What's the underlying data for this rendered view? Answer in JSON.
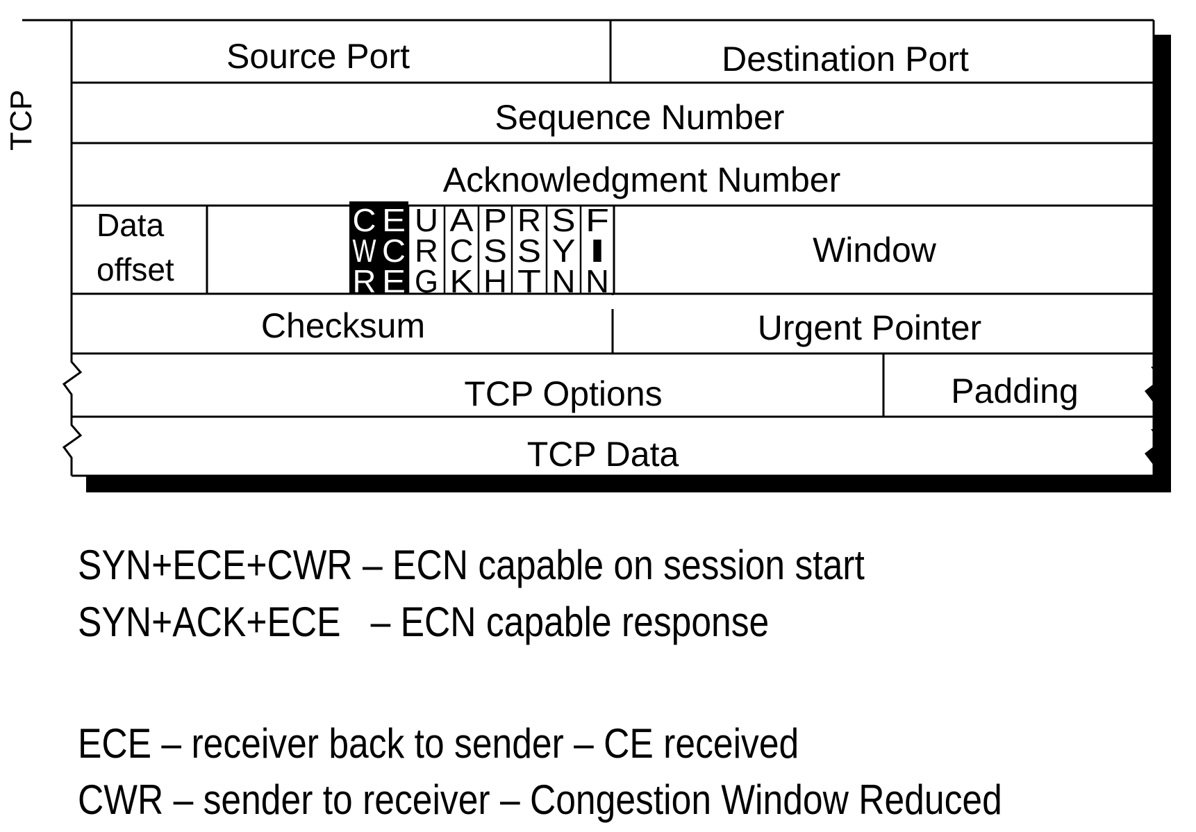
{
  "side_label": "TCP",
  "fields": {
    "source_port": "Source Port",
    "destination_port": "Destination Port",
    "sequence_number": "Sequence Number",
    "acknowledgment_number": "Acknowledgment Number",
    "data_offset_line1": "Data",
    "data_offset_line2": "offset",
    "window": "Window",
    "checksum": "Checksum",
    "urgent_pointer": "Urgent Pointer",
    "tcp_options": "TCP Options",
    "padding": "Padding",
    "tcp_data": "TCP Data"
  },
  "flags": [
    {
      "name": "CWR",
      "letters": [
        "C",
        "W",
        "R"
      ],
      "highlighted": true
    },
    {
      "name": "ECE",
      "letters": [
        "E",
        "C",
        "E"
      ],
      "highlighted": true
    },
    {
      "name": "URG",
      "letters": [
        "U",
        "R",
        "G"
      ],
      "highlighted": false
    },
    {
      "name": "ACK",
      "letters": [
        "A",
        "C",
        "K"
      ],
      "highlighted": false
    },
    {
      "name": "PSH",
      "letters": [
        "P",
        "S",
        "H"
      ],
      "highlighted": false
    },
    {
      "name": "RST",
      "letters": [
        "R",
        "S",
        "T"
      ],
      "highlighted": false
    },
    {
      "name": "SYN",
      "letters": [
        "S",
        "Y",
        "N"
      ],
      "highlighted": false
    },
    {
      "name": "FIN",
      "letters": [
        "F",
        "I",
        "N"
      ],
      "highlighted": false
    }
  ],
  "colors": {
    "line": "#000000",
    "highlight_bg": "#000000",
    "highlight_text": "#ffffff",
    "background": "#ffffff"
  },
  "notes": [
    "SYN+ECE+CWR – ECN capable on session start",
    "SYN+ACK+ECE   – ECN capable response",
    "ECE – receiver back to sender – CE received",
    "CWR – sender to receiver – Congestion Window Reduced"
  ]
}
